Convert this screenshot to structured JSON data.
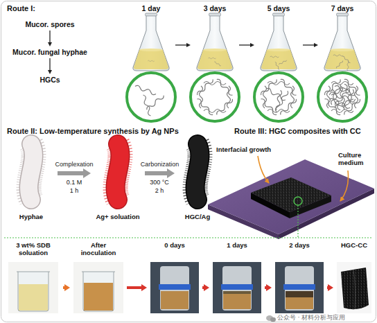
{
  "diagram": {
    "nodes": [
      {
        "text": [
          "Mucor. spores"
        ]
      },
      {
        "text": [
          "Mucor. fungal hyphae"
        ]
      },
      {
        "text": [
          "HGCs"
        ]
      },
      {
        "text": [
          "1 day"
        ]
      },
      {
        "text": [
          "3 days"
        ]
      },
      {
        "text": [
          "5 days"
        ]
      },
      {
        "text": [
          "7 days"
        ]
      },
      {
        "text": [
          "Hyphae"
        ]
      },
      {
        "text": [
          "Ag+ soluation"
        ]
      },
      {
        "text": [
          "HGC/Ag"
        ]
      },
      {
        "text": [
          "3 wt% SDB soluation"
        ]
      },
      {
        "text": [
          "After inoculation"
        ]
      },
      {
        "text": [
          "0 days"
        ]
      },
      {
        "text": [
          "1 days"
        ]
      },
      {
        "text": [
          "2 days"
        ]
      },
      {
        "text": [
          "HGC-CC"
        ]
      }
    ],
    "edges": [
      {
        "from": 0,
        "to": 1,
        "arrow": "to"
      },
      {
        "from": 1,
        "to": 2,
        "arrow": "to"
      },
      {
        "from": 3,
        "to": 4,
        "arrow": "to"
      },
      {
        "from": 4,
        "to": 5,
        "arrow": "to"
      },
      {
        "from": 5,
        "to": 6,
        "arrow": "to"
      },
      {
        "from": 7,
        "to": 8,
        "label": "Complexation",
        "arrow": "to"
      },
      {
        "from": 8,
        "to": 9,
        "label": "Carbonization",
        "arrow": "to"
      },
      {
        "from": 10,
        "to": 11,
        "arrow": "to"
      },
      {
        "from": 11,
        "to": 12,
        "arrow": "to"
      },
      {
        "from": 12,
        "to": 13,
        "arrow": "to"
      },
      {
        "from": 13,
        "to": 14,
        "arrow": "to"
      },
      {
        "from": 14,
        "to": 15,
        "arrow": "to"
      }
    ],
    "labels": [
      "Route I:",
      "Route II: Low-temperature synthesis by Ag NPs",
      "Route III: HGC composites with CC",
      "0.1 M",
      "1 h",
      "300 °C",
      "2 h",
      "Interfacial growth",
      "Culture medium",
      "公众号 · 材料分析与应用"
    ]
  }
}
